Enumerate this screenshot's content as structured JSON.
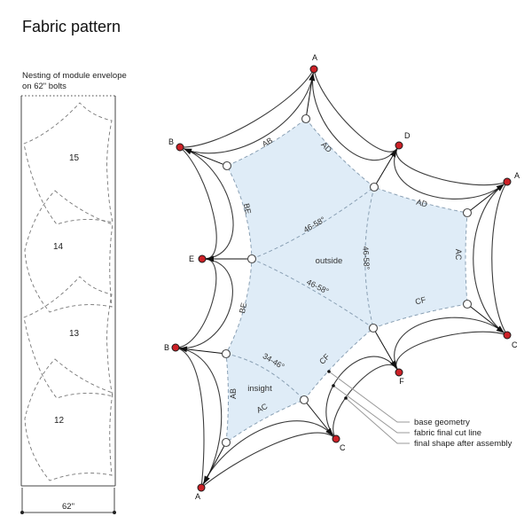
{
  "title": "Fabric pattern",
  "left_panel": {
    "caption_line1": "Nesting of module envelope",
    "caption_line2": "on 62\" bolts",
    "modules": [
      "15",
      "14",
      "13",
      "12"
    ],
    "bolt_width": "62\""
  },
  "diagram": {
    "tips": {
      "top_a": "A",
      "d": "D",
      "right_a": "A",
      "right_c": "C",
      "f": "F",
      "bottom_c": "C",
      "bottom_a": "A",
      "lower_b": "B",
      "e": "E",
      "upper_b": "B"
    },
    "edges": {
      "ab_top": "AB",
      "ad_left": "AD",
      "ad_right": "AD",
      "ac_right": "AC",
      "cf_right": "CF",
      "cf_left": "CF",
      "ac_bottom": "AC",
      "ab_left": "AB",
      "be_upper": "BE",
      "be_lower": "BE"
    },
    "angles": {
      "upper": "46-58°",
      "middle": "46-58°",
      "lower": "46-58°",
      "bottom": "34-46°"
    },
    "regions": {
      "outside": "outside",
      "insight": "insight"
    },
    "legend": {
      "base": "base geometry",
      "cut": "fabric final cut line",
      "assembly": "final shape after assembly"
    },
    "colors": {
      "anchor_red": "#cc2127",
      "module_fill": "#dfecf7",
      "base_geometry_dash": "#8aa0b4",
      "cut_line": "#3c3c3c",
      "leader_gray": "#999999"
    }
  }
}
